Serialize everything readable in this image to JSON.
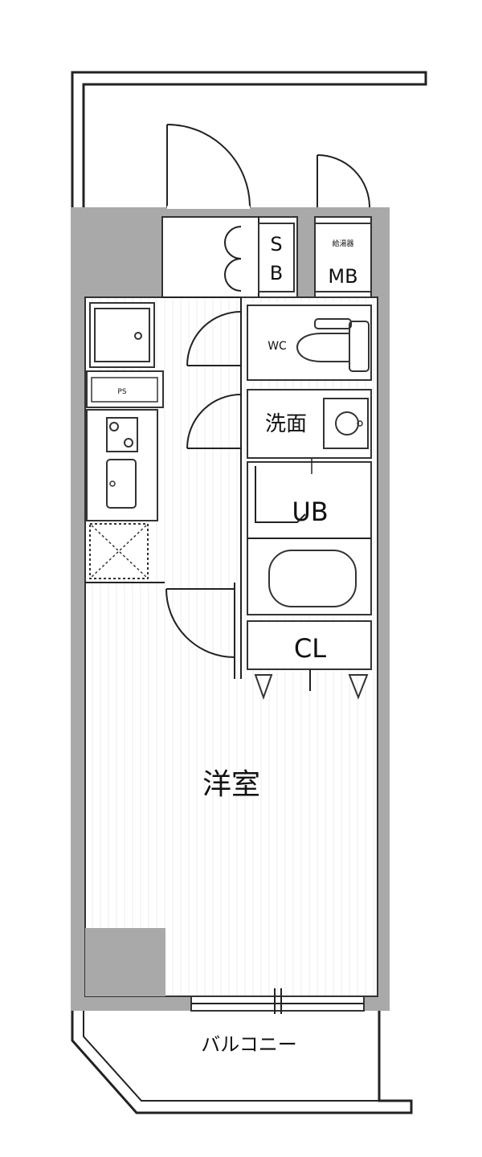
{
  "labels": {
    "sb_line1": "S",
    "sb_line2": "B",
    "mb_small": "給湯器",
    "mb": "MB",
    "wc": "WC",
    "ps": "PS",
    "washroom": "洗面",
    "ub": "UB",
    "cl": "CL",
    "western_room": "洋室",
    "balcony": "バルコニー"
  },
  "colors": {
    "wall": "#a9a9a9",
    "line": "#222222",
    "floor_stripe": "#e9e9e9"
  }
}
